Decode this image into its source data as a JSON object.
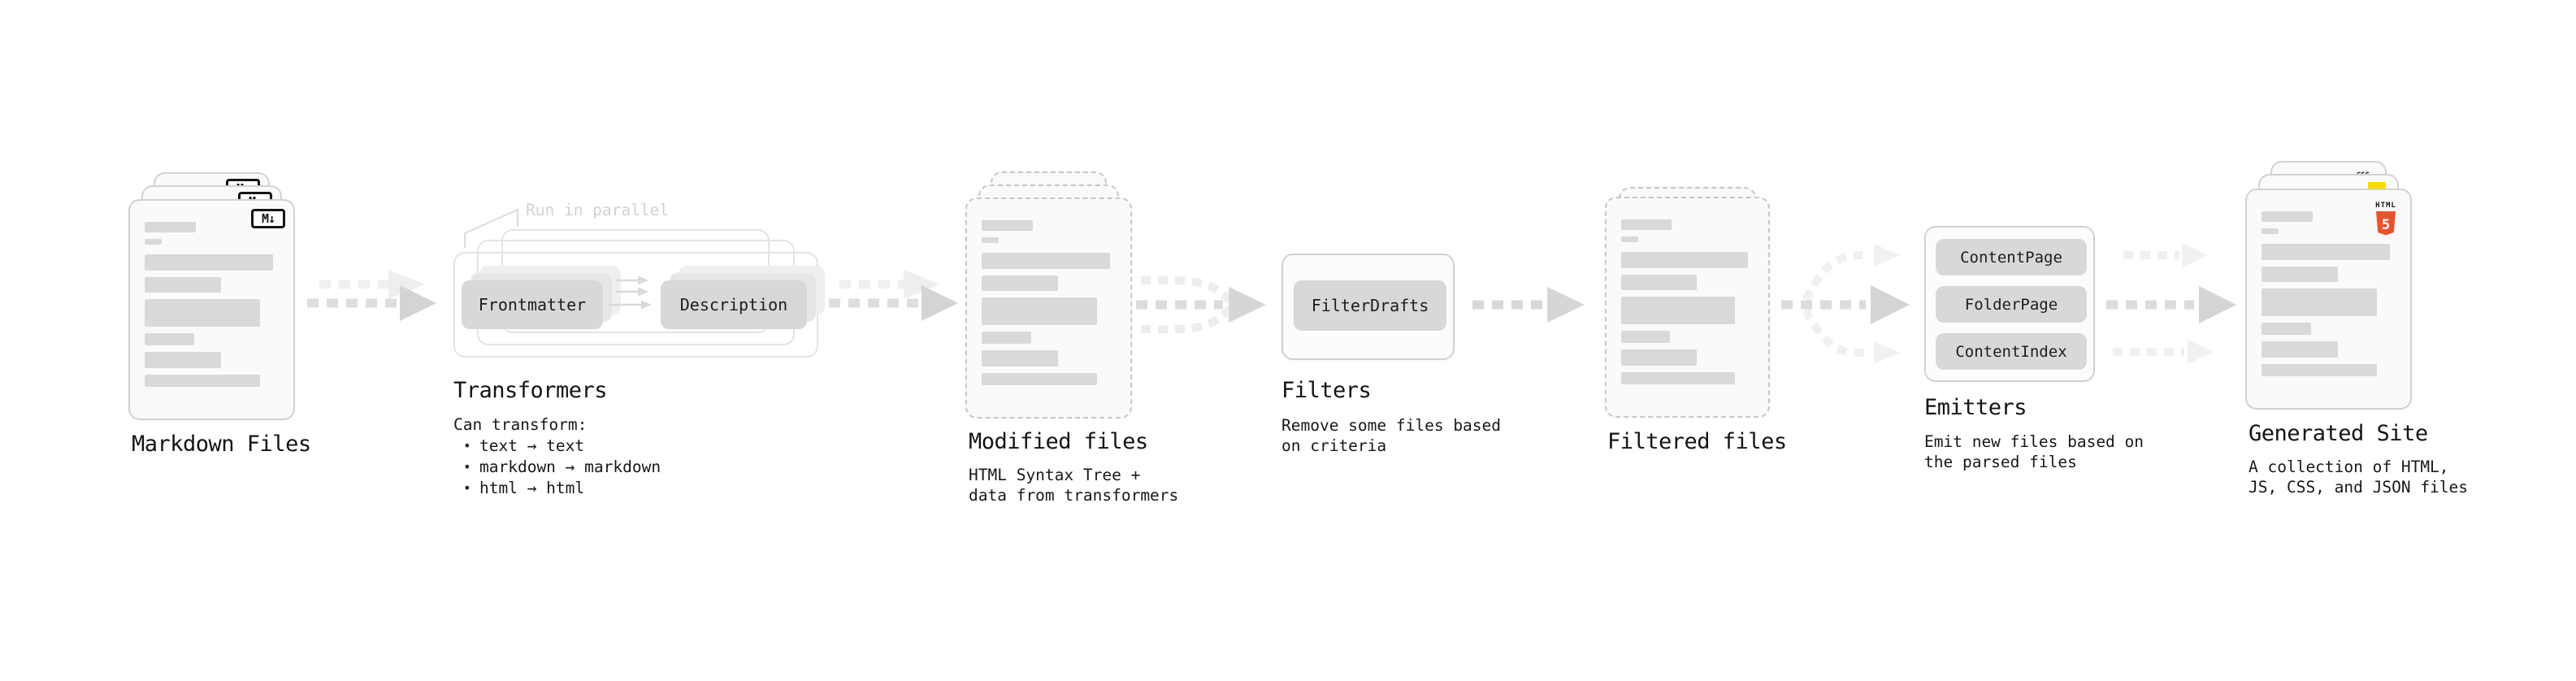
{
  "stages": [
    {
      "title": "Markdown Files"
    },
    {
      "title": "Transformers",
      "annotation": "Run in parallel",
      "nodes": [
        "Frontmatter",
        "Description"
      ],
      "description_heading": "Can transform:",
      "bullets": [
        "text → text",
        "markdown → markdown",
        "html → html"
      ]
    },
    {
      "title": "Modified files",
      "description_lines": [
        "HTML Syntax Tree +",
        "data from transformers"
      ]
    },
    {
      "title": "Filters",
      "nodes": [
        "FilterDrafts"
      ],
      "description_lines": [
        "Remove some files based",
        "on criteria"
      ]
    },
    {
      "title": "Filtered files"
    },
    {
      "title": "Emitters",
      "nodes": [
        "ContentPage",
        "FolderPage",
        "ContentIndex"
      ],
      "description_lines": [
        "Emit new files based on",
        "the parsed files"
      ]
    },
    {
      "title": "Generated Site",
      "description_lines": [
        "A collection of HTML,",
        "JS, CSS, and JSON files"
      ]
    }
  ],
  "icons": {
    "markdown_badge": "M↓",
    "html5_wordmark": "HTML",
    "html5_numeral": "5",
    "css_wordmark": "CSS"
  },
  "colors": {
    "html5_orange": "#e8532f",
    "js_yellow": "#ffd900",
    "css_blue": "#2b63e8"
  }
}
